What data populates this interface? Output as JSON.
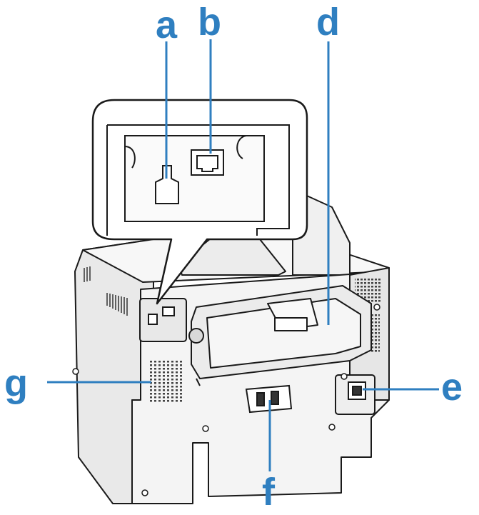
{
  "diagram": {
    "labels": {
      "a": "a",
      "b": "b",
      "d": "d",
      "e": "e",
      "f": "f",
      "g": "g"
    },
    "colors": {
      "label": "#2f7fc0",
      "leader": "#2f7fc0",
      "outline": "#1a1a1a",
      "body": "#f2f2f2",
      "shade": "#d6d6d6"
    }
  }
}
